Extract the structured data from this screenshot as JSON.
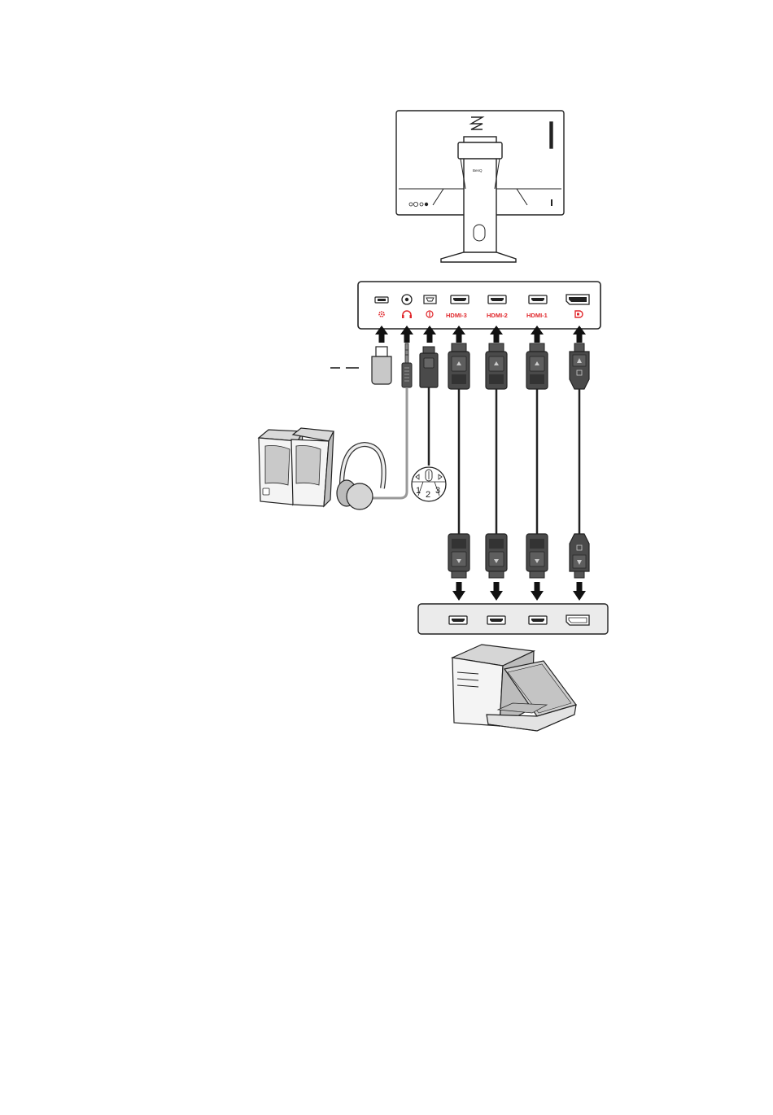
{
  "brand": {
    "logo_text": "BenQ"
  },
  "ports": [
    {
      "id": "service",
      "label": "",
      "icon": "gear-icon"
    },
    {
      "id": "headphone",
      "label": "",
      "icon": "headphone-icon"
    },
    {
      "id": "controller",
      "label": "",
      "icon": "controller-icon"
    },
    {
      "id": "hdmi3",
      "label": "HDMI-3",
      "icon": "hdmi-port-icon"
    },
    {
      "id": "hdmi2",
      "label": "HDMI-2",
      "icon": "hdmi-port-icon"
    },
    {
      "id": "hdmi1",
      "label": "HDMI-1",
      "icon": "hdmi-port-icon"
    },
    {
      "id": "dp",
      "label": "",
      "icon": "displayport-icon"
    }
  ],
  "puck": {
    "digits": [
      "1",
      "2",
      "3"
    ]
  },
  "colors": {
    "label_red": "#e0272b",
    "connector_dark": "#4a4a4a",
    "panel_gray": "#ebebeb",
    "arrow_black": "#111111"
  }
}
